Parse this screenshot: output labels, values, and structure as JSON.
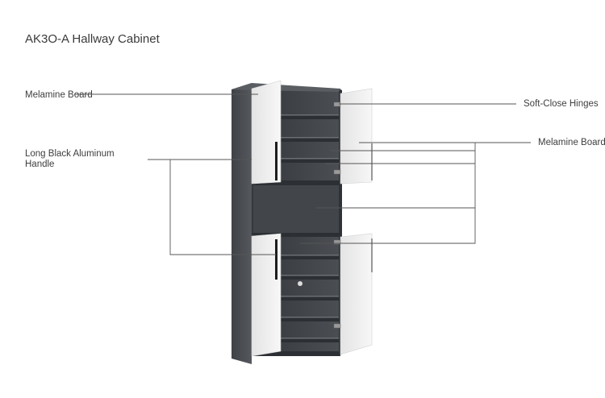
{
  "title": "AK3O-A Hallway Cabinet",
  "labels": {
    "melamine_left": "Melamine Board",
    "handle_line1": "Long Black Aluminum",
    "handle_line2": "Handle",
    "hinges": "Soft-Close Hinges",
    "melamine_right": "Melamine Board"
  },
  "colors": {
    "cabinet_body": "#4a4d52",
    "cabinet_inner": "#3c3f44",
    "door": "#eeeeee",
    "leader_line": "#555555"
  }
}
